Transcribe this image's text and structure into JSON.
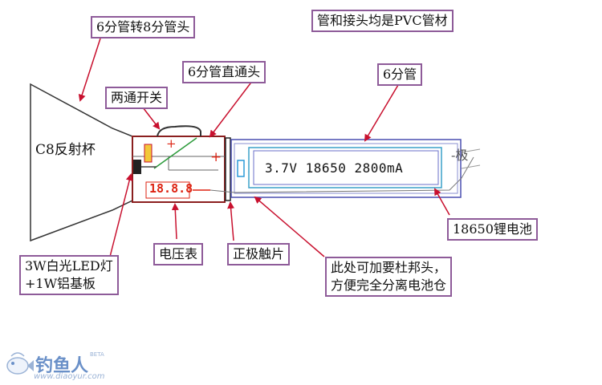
{
  "labels": {
    "adapter_6_to_8": "6分管转8分管头",
    "all_pvc_note": "管和接头均是PVC管材",
    "straight_connector": "6分管直通头",
    "pipe_6": "6分管",
    "two_way_switch": "两通开关",
    "reflector": "C8反射杯",
    "negative_pole": "-极",
    "battery_spec": "3.7V  18650  2800mA",
    "battery_18650": "18650锂电池",
    "led_line1": "3W白光LED灯",
    "led_line2": "+1W铝基板",
    "voltmeter": "电压表",
    "positive_contact": "正极触片",
    "dupont_line1": "此处可加要杜邦头，",
    "dupont_line2": "方便完全分离电池仓",
    "voltmeter_display": "18.8.8",
    "plus_sign": "+"
  },
  "watermark": {
    "name": "钓鱼人",
    "beta": "BETA",
    "url": "www.diaoyur.com"
  },
  "colors": {
    "label_border": "#8e5b99",
    "arrow": "#c8102e",
    "tube_outline": "#4a4fb0",
    "battery_inner": "#3aa0c8"
  }
}
